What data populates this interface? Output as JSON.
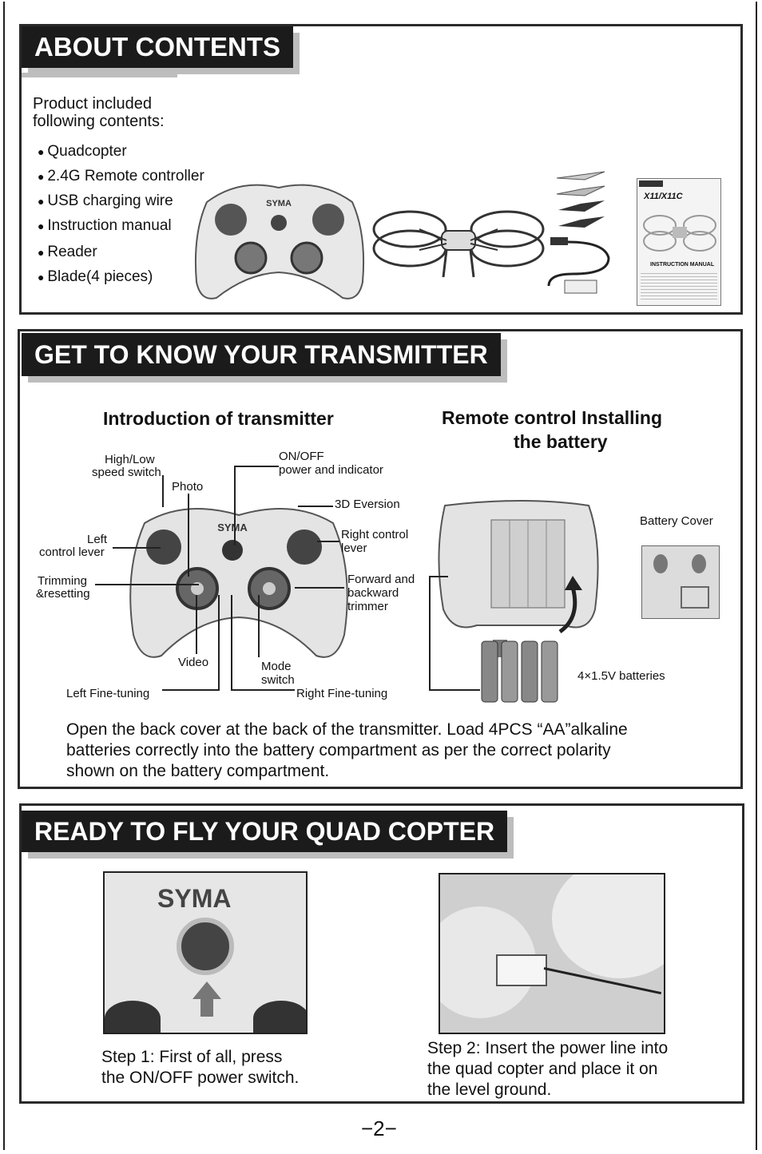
{
  "about": {
    "title": "ABOUT CONTENTS",
    "intro_line1": "Product included",
    "intro_line2": "following contents:",
    "items": [
      "Quadcopter",
      "2.4G Remote controller",
      "USB charging wire",
      "Instruction manual",
      "Reader",
      "Blade(4 pieces)"
    ],
    "brand": "SYMA",
    "manual_title": "X11/X11C",
    "manual_heading": "INSTRUCTION MANUAL"
  },
  "transmitter": {
    "title": "GET TO KNOW YOUR TRANSMITTER",
    "intro_heading": "Introduction of transmitter",
    "battery_heading_line1": "Remote control Installing",
    "battery_heading_line2": "the battery",
    "labels": {
      "high_low_1": "High/Low",
      "high_low_2": "speed switch",
      "photo": "Photo",
      "on_off_1": "ON/OFF",
      "on_off_2": "power and indicator",
      "eversion": "3D Eversion",
      "left_lever_1": "Left",
      "left_lever_2": "control lever",
      "right_lever_1": "Right control",
      "right_lever_2": "lever",
      "trimming_1": "Trimming",
      "trimming_2": "&resetting",
      "fwd_1": "Forward and",
      "fwd_2": "backward",
      "fwd_3": "trimmer",
      "video": "Video",
      "mode_1": "Mode",
      "mode_2": "switch",
      "left_fine": "Left Fine-tuning",
      "right_fine": "Right Fine-tuning",
      "battery_cover": "Battery Cover",
      "batteries": "4×1.5V batteries"
    },
    "instruction_line1": "Open the back cover at the back of the transmitter. Load 4PCS “AA”alkaline",
    "instruction_line2": "batteries correctly into the battery compartment as per the correct polarity",
    "instruction_line3": "shown on the battery compartment.",
    "brand": "SYMA"
  },
  "ready": {
    "title": "READY TO FLY YOUR QUAD COPTER",
    "step1_line1": "Step 1: First of all, press",
    "step1_line2": "the ON/OFF power switch.",
    "step2_line1": "Step 2: Insert the power line into",
    "step2_line2": "the quad copter and place it on",
    "step2_line3": "the level ground.",
    "brand": "SYMA"
  },
  "page_number": "−2−"
}
